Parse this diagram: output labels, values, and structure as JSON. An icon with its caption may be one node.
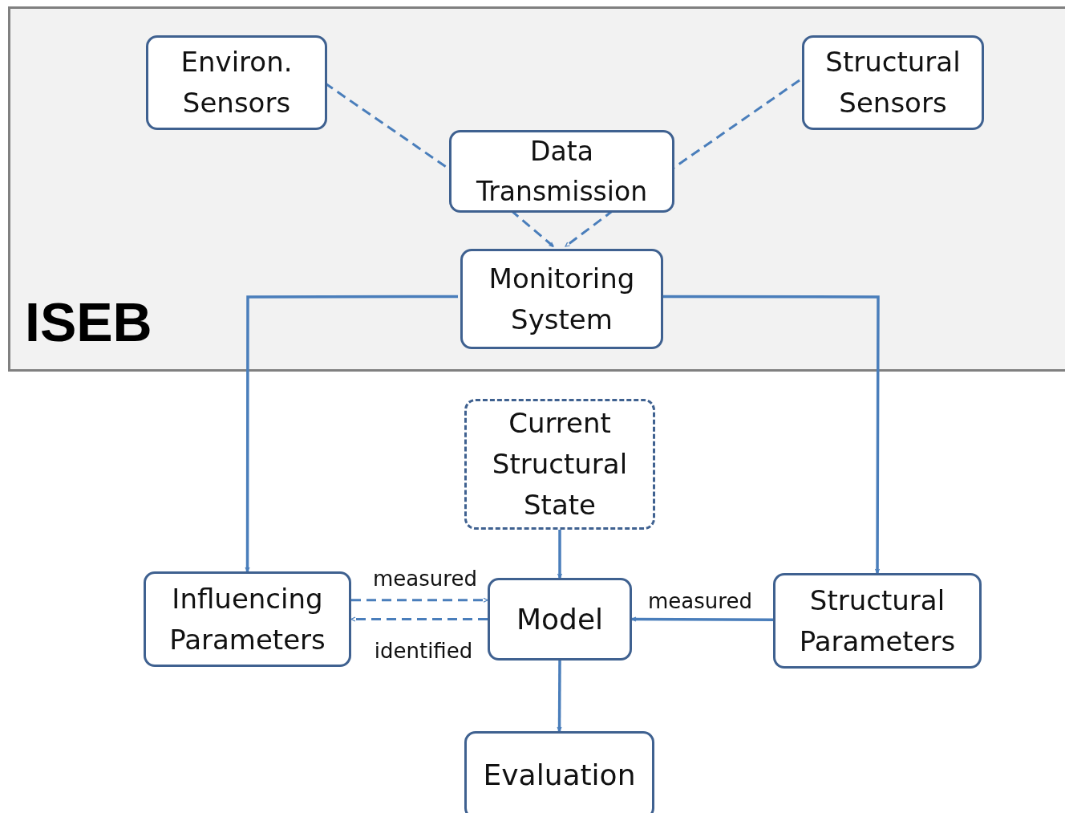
{
  "diagram": {
    "nodes": [
      {
        "text": [
          "ISEB"
        ]
      },
      {
        "text": [
          "Environ. Sensors"
        ],
        "in": 0
      },
      {
        "text": [
          "Structural Sensors"
        ],
        "in": 0
      },
      {
        "text": [
          "Data Transmission"
        ],
        "in": 0
      },
      {
        "text": [
          "Monitoring System"
        ],
        "in": 0
      },
      {
        "text": [
          "Current Structural State"
        ]
      },
      {
        "text": [
          "Influencing Parameters"
        ]
      },
      {
        "text": [
          "Model"
        ]
      },
      {
        "text": [
          "Structural Parameters"
        ]
      },
      {
        "text": [
          "Evaluation"
        ]
      }
    ],
    "edges": [
      {
        "from": 1,
        "to": 3,
        "arrow": "none",
        "style": "dashed"
      },
      {
        "from": 2,
        "to": 3,
        "arrow": "none",
        "style": "dashed"
      },
      {
        "from": 3,
        "to": 4,
        "arrow": "to",
        "style": "dashed"
      },
      {
        "from": 3,
        "to": 4,
        "arrow": "to",
        "style": "dashed"
      },
      {
        "from": 4,
        "to": 6,
        "arrow": "to"
      },
      {
        "from": 4,
        "to": 8,
        "arrow": "to"
      },
      {
        "from": 5,
        "to": 7,
        "arrow": "to"
      },
      {
        "from": 6,
        "to": 7,
        "arrow": "to",
        "style": "dashed",
        "label": "measured"
      },
      {
        "from": 7,
        "to": 6,
        "arrow": "to",
        "style": "dashed",
        "label": "identified"
      },
      {
        "from": 8,
        "to": 7,
        "arrow": "to",
        "label": "measured"
      },
      {
        "from": 7,
        "to": 9,
        "arrow": "to"
      }
    ]
  }
}
